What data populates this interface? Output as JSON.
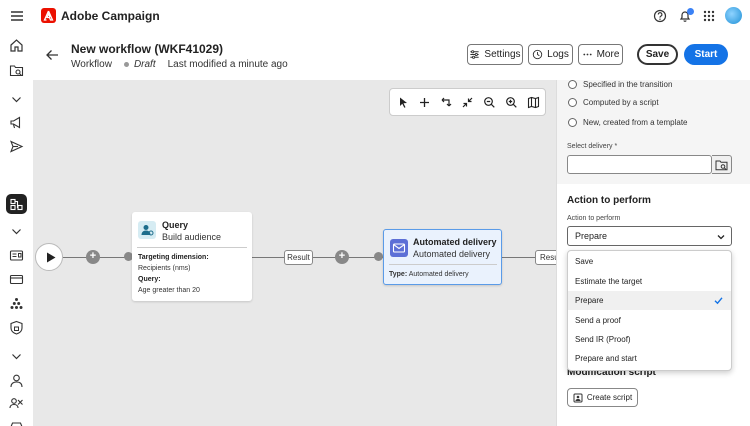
{
  "app": {
    "title": "Adobe Campaign"
  },
  "header": {
    "title": "New workflow (WKF41029)",
    "type": "Workflow",
    "status": "Draft",
    "modified": "Last modified a minute ago",
    "settings_label": "Settings",
    "logs_label": "Logs",
    "more_label": "More",
    "save_label": "Save",
    "start_label": "Start"
  },
  "nodes": {
    "query": {
      "title": "Query",
      "subtitle": "Build audience",
      "targeting_label": "Targeting dimension:",
      "targeting_value": "Recipients (nms)",
      "query_label": "Query:",
      "query_value": "Age greater than 20"
    },
    "delivery": {
      "title": "Automated delivery",
      "subtitle": "Automated delivery",
      "type_label": "Type:",
      "type_value": "Automated delivery"
    },
    "result_label": "Result",
    "result_label_2": "Resu"
  },
  "panel": {
    "radios": [
      "Specified in the transition",
      "Computed by a script",
      "New, created from a template"
    ],
    "select_delivery_label": "Select delivery",
    "required_mark": "*",
    "action_section": "Action to perform",
    "action_label": "Action to perform",
    "action_value": "Prepare",
    "options": [
      "Save",
      "Estimate the target",
      "Prepare",
      "Send a proof",
      "Send IR (Proof)",
      "Prepare and start"
    ],
    "selected_option": "Prepare",
    "script_section": "Modification script",
    "create_script_label": "Create script"
  },
  "colors": {
    "accent": "#1473e6",
    "brand": "#eb1000"
  }
}
